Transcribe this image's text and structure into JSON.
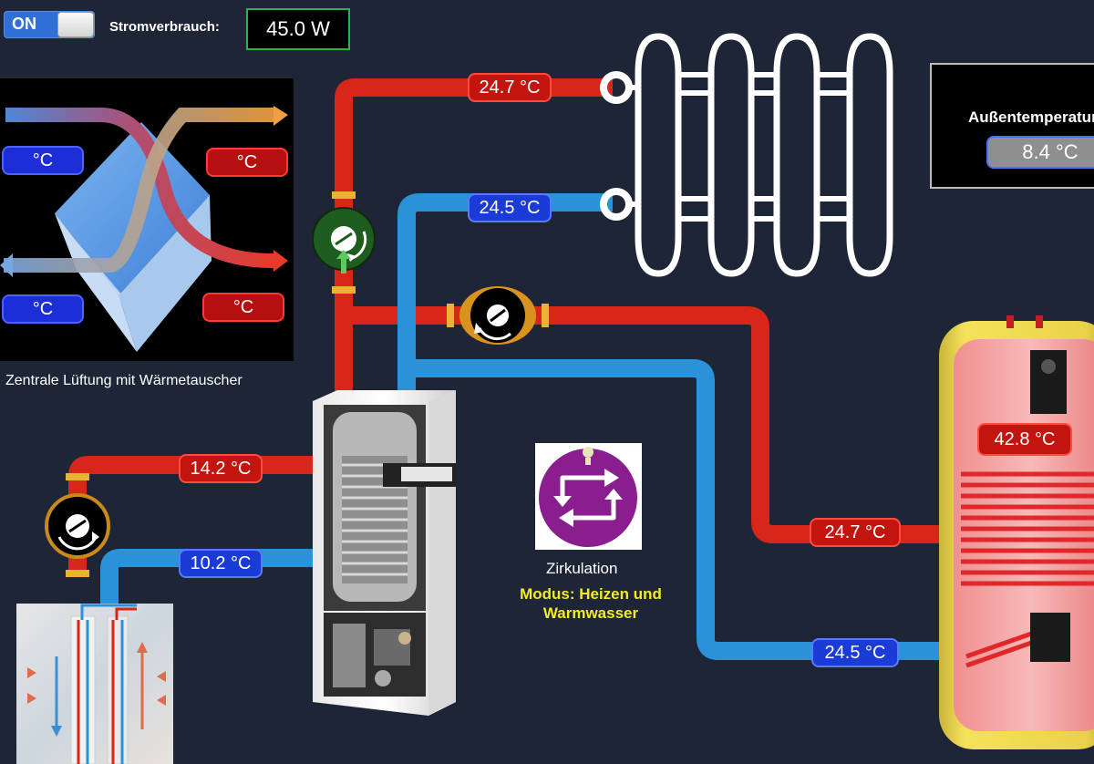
{
  "power": {
    "toggle_label": "ON",
    "label": "Stromverbrauch:",
    "value": "45.0 W"
  },
  "ventilation": {
    "caption": "Zentrale Lüftung mit Wärmetauscher",
    "badges": {
      "top_left": "°C",
      "top_right": "°C",
      "bottom_left": "°C",
      "bottom_right": "°C"
    }
  },
  "radiator": {
    "supply_temp": "24.7 °C",
    "return_temp": "24.5 °C"
  },
  "outdoor": {
    "label": "Außentemperatur",
    "value": "8.4 °C"
  },
  "ground": {
    "supply_temp": "14.2 °C",
    "return_temp": "10.2 °C"
  },
  "storage": {
    "tank_temp": "42.8 °C",
    "supply_temp": "24.7 °C",
    "return_temp": "24.5 °C"
  },
  "circulation": {
    "label": "Zirkulation",
    "mode_line1": "Modus: Heizen und",
    "mode_line2": "Warmwasser"
  },
  "colors": {
    "hot_pipe": "#d8261a",
    "cold_pipe": "#2a92d8",
    "background": "#1d2537",
    "mode_text": "#f4ea2a"
  },
  "icons": {
    "pump": "circulation-pump-icon",
    "valve": "three-way-valve-icon",
    "circulation": "circulation-arrows-icon"
  }
}
